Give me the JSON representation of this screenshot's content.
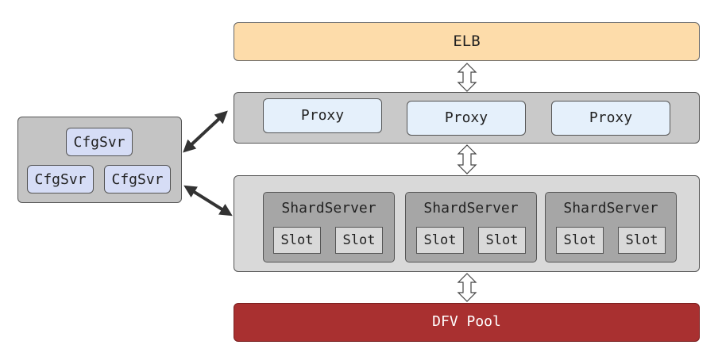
{
  "elb": {
    "label": "ELB"
  },
  "proxy_layer": {
    "proxies": [
      "Proxy",
      "Proxy",
      "Proxy"
    ]
  },
  "shard_layer": {
    "shards": [
      {
        "title": "ShardServer",
        "slots": [
          "Slot",
          "Slot"
        ]
      },
      {
        "title": "ShardServer",
        "slots": [
          "Slot",
          "Slot"
        ]
      },
      {
        "title": "ShardServer",
        "slots": [
          "Slot",
          "Slot"
        ]
      }
    ]
  },
  "dfv_pool": {
    "label": "DFV Pool"
  },
  "config_servers": {
    "nodes": [
      "CfgSvr",
      "CfgSvr",
      "CfgSvr"
    ]
  },
  "colors": {
    "elb_fill": "#fddcaa",
    "proxy_fill": "#e5f0fb",
    "shard_fill": "#a6a6a6",
    "dfv_fill": "#a93030",
    "cfg_fill": "#d6ddf6"
  }
}
